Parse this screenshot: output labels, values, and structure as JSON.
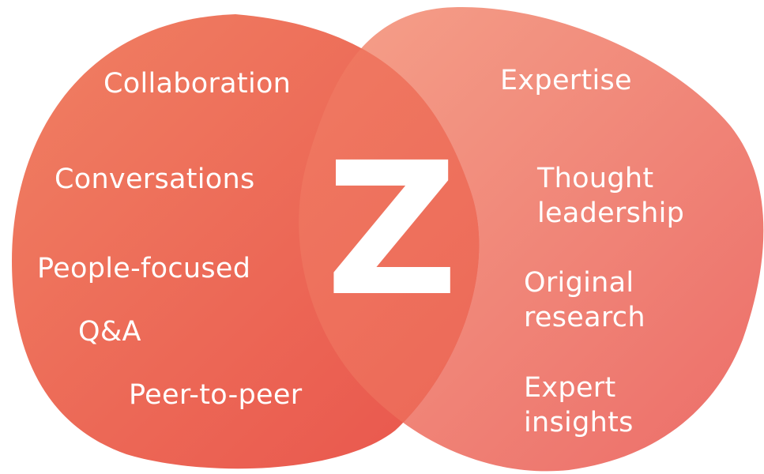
{
  "colors": {
    "left_blob_start": "#f08063",
    "left_blob_end": "#e9554c",
    "right_blob_start": "#f5a18a",
    "right_blob_end": "#ec6d68",
    "overlap_start": "#f07a62",
    "overlap_end": "#ea5f52",
    "text": "#ffffff"
  },
  "center": {
    "letter": "Z"
  },
  "left_terms": [
    {
      "lines": [
        "Collaboration"
      ]
    },
    {
      "lines": [
        "Conversations"
      ]
    },
    {
      "lines": [
        "People-focused"
      ]
    },
    {
      "lines": [
        "Q&A"
      ]
    },
    {
      "lines": [
        "Peer-to-peer"
      ]
    }
  ],
  "right_terms": [
    {
      "lines": [
        "Expertise"
      ]
    },
    {
      "lines": [
        "Thought",
        "leadership"
      ]
    },
    {
      "lines": [
        "Original",
        "research"
      ]
    },
    {
      "lines": [
        "Expert",
        "insights"
      ]
    }
  ]
}
